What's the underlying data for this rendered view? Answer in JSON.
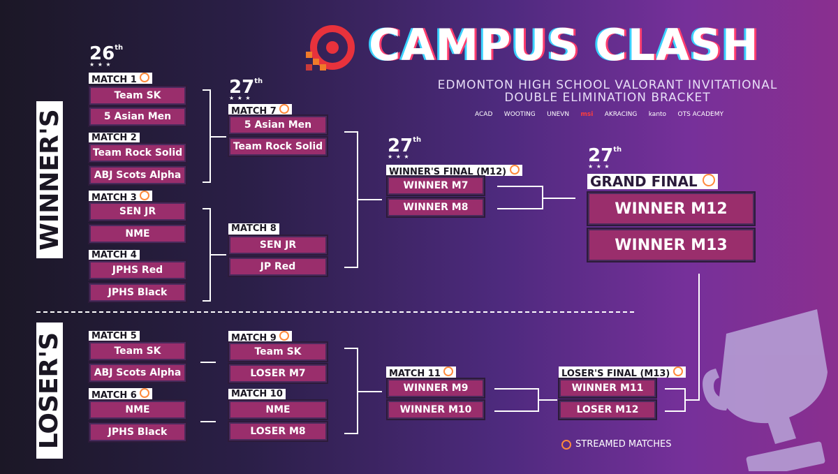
{
  "title": "CAMPUS CLASH",
  "subtitle_1": "EDMONTON HIGH SCHOOL VALORANT INVITATIONAL",
  "subtitle_2": "DOUBLE ELIMINATION BRACKET",
  "sponsors": [
    "ACAD",
    "WOOTING",
    "UNEVN",
    "msi",
    "AKRACING",
    "kanto",
    "OTS ACADEMY"
  ],
  "winners_label": "WINNER'S",
  "losers_label": "LOSER'S",
  "dates": {
    "d1": "26",
    "d2": "27",
    "d3": "27",
    "d4": "27",
    "suffix": "th",
    "stars": "★ ★ ★"
  },
  "matches": {
    "m1": {
      "label": "MATCH 1",
      "a": "Team SK",
      "b": "5 Asian Men"
    },
    "m2": {
      "label": "MATCH 2",
      "a": "Team Rock Solid",
      "b": "ABJ Scots Alpha"
    },
    "m3": {
      "label": "MATCH 3",
      "a": "SEN JR",
      "b": "NME"
    },
    "m4": {
      "label": "MATCH 4",
      "a": "JPHS Red",
      "b": "JPHS Black"
    },
    "m7": {
      "label": "MATCH 7",
      "a": "5 Asian Men",
      "b": "Team Rock Solid"
    },
    "m8": {
      "label": "MATCH 8",
      "a": "SEN JR",
      "b": "JP Red"
    },
    "m12": {
      "label": "WINNER'S FINAL (M12)",
      "a": "WINNER M7",
      "b": "WINNER M8"
    },
    "gf": {
      "label": "GRAND FINAL",
      "a": "WINNER M12",
      "b": "WINNER M13"
    },
    "m5": {
      "label": "MATCH 5",
      "a": "Team SK",
      "b": "ABJ Scots Alpha"
    },
    "m6": {
      "label": "MATCH 6",
      "a": "NME",
      "b": "JPHS Black"
    },
    "m9": {
      "label": "MATCH 9",
      "a": "Team SK",
      "b": "LOSER M7"
    },
    "m10": {
      "label": "MATCH 10",
      "a": "NME",
      "b": "LOSER M8"
    },
    "m11": {
      "label": "MATCH 11",
      "a": "WINNER M9",
      "b": "WINNER M10"
    },
    "m13": {
      "label": "LOSER'S FINAL (M13)",
      "a": "WINNER M11",
      "b": "LOSER M12"
    }
  },
  "legend": "STREAMED MATCHES",
  "colors": {
    "slot": "#9a2e6c",
    "stream_icon": "#ff8a3c",
    "accent": "#e8323c"
  }
}
